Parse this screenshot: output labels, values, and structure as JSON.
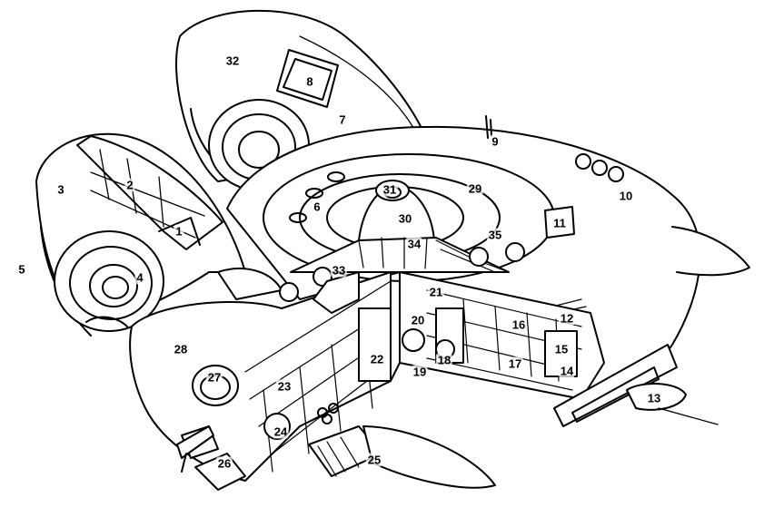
{
  "ink_color": "#000000",
  "paper_color": "#ffffff",
  "callouts": [
    {
      "id": "label-1",
      "text": "1"
    },
    {
      "id": "label-2",
      "text": "2"
    },
    {
      "id": "label-3",
      "text": "3"
    },
    {
      "id": "label-4",
      "text": "4"
    },
    {
      "id": "label-5",
      "text": "5"
    },
    {
      "id": "label-6",
      "text": "6"
    },
    {
      "id": "label-7",
      "text": "7"
    },
    {
      "id": "label-8",
      "text": "8"
    },
    {
      "id": "label-9",
      "text": "9"
    },
    {
      "id": "label-10",
      "text": "10"
    },
    {
      "id": "label-11",
      "text": "11"
    },
    {
      "id": "label-12",
      "text": "12"
    },
    {
      "id": "label-13",
      "text": "13"
    },
    {
      "id": "label-14",
      "text": "14"
    },
    {
      "id": "label-15",
      "text": "15"
    },
    {
      "id": "label-16",
      "text": "16"
    },
    {
      "id": "label-17",
      "text": "17"
    },
    {
      "id": "label-18",
      "text": "18"
    },
    {
      "id": "label-19",
      "text": "19"
    },
    {
      "id": "label-20",
      "text": "20"
    },
    {
      "id": "label-21",
      "text": "21"
    },
    {
      "id": "label-22",
      "text": "22"
    },
    {
      "id": "label-23",
      "text": "23"
    },
    {
      "id": "label-24",
      "text": "24"
    },
    {
      "id": "label-25",
      "text": "25"
    },
    {
      "id": "label-26",
      "text": "26"
    },
    {
      "id": "label-27",
      "text": "27"
    },
    {
      "id": "label-28",
      "text": "28"
    },
    {
      "id": "label-29",
      "text": "29"
    },
    {
      "id": "label-30",
      "text": "30"
    },
    {
      "id": "label-31",
      "text": "31"
    },
    {
      "id": "label-32",
      "text": "32"
    },
    {
      "id": "label-33",
      "text": "33"
    },
    {
      "id": "label-34",
      "text": "34"
    },
    {
      "id": "label-35",
      "text": "35"
    }
  ]
}
